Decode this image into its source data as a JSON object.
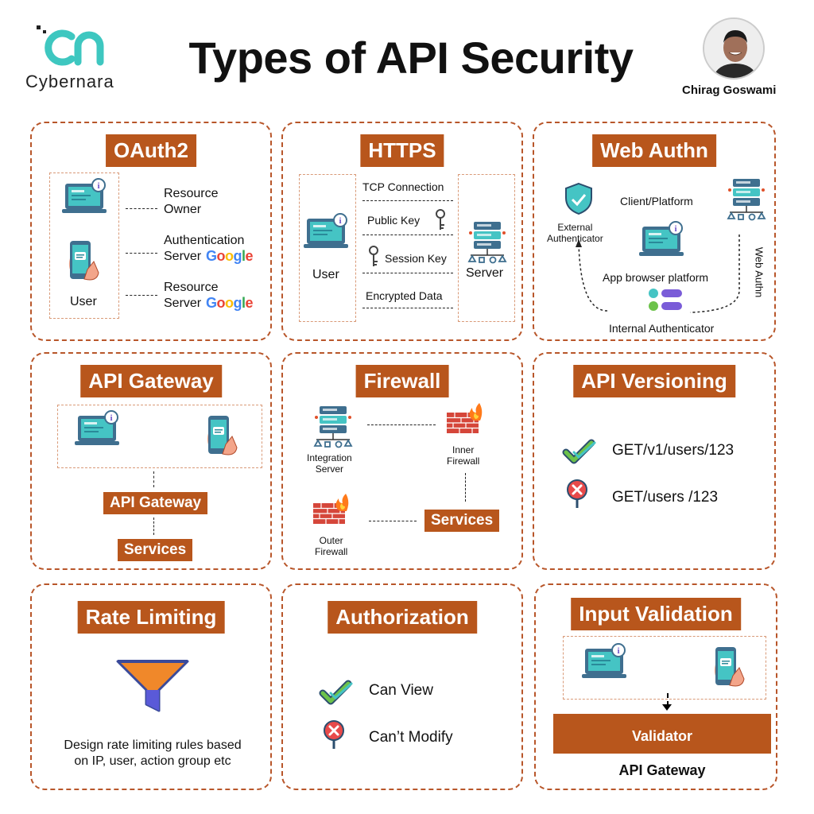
{
  "header": {
    "brand": "Cybernara",
    "title": "Types of API Security",
    "author": "Chirag Goswami"
  },
  "oauth2": {
    "title": "OAuth2",
    "user": "User",
    "resource_owner": "Resource\nOwner",
    "auth_server": "Authentication\nServer",
    "resource_server": "Resource\nServer",
    "google": "Google"
  },
  "https": {
    "title": "HTTPS",
    "user": "User",
    "server": "Server",
    "tcp": "TCP Connection",
    "public_key": "Public Key",
    "session_key": "Session Key",
    "encrypted": "Encrypted Data"
  },
  "webauthn": {
    "title": "Web Authn",
    "client_platform": "Client/Platform",
    "external": "External\nAuthenticator",
    "app_browser": "App browser platform",
    "internal": "Internal Authenticator",
    "web_authn_side": "Web Authn"
  },
  "gateway": {
    "title": "API Gateway",
    "gateway_tag": "API Gateway",
    "services_tag": "Services"
  },
  "firewall": {
    "title": "Firewall",
    "integration": "Integration\nServer",
    "inner": "Inner\nFirewall",
    "outer": "Outer\nFirewall",
    "services": "Services"
  },
  "versioning": {
    "title": "API Versioning",
    "good": "GET/v1/users/123",
    "bad": "GET/users /123"
  },
  "rate": {
    "title": "Rate Limiting",
    "desc": "Design rate limiting rules based\non IP, user, action group etc"
  },
  "authz": {
    "title": "Authorization",
    "can": "Can View",
    "cannot": "Can’t Modify"
  },
  "validation": {
    "title": "Input Validation",
    "validator": "Validator",
    "gateway": "API Gateway"
  },
  "colors": {
    "accent": "#b8561c",
    "border": "#b8562a",
    "teal": "#3ec7c0"
  }
}
